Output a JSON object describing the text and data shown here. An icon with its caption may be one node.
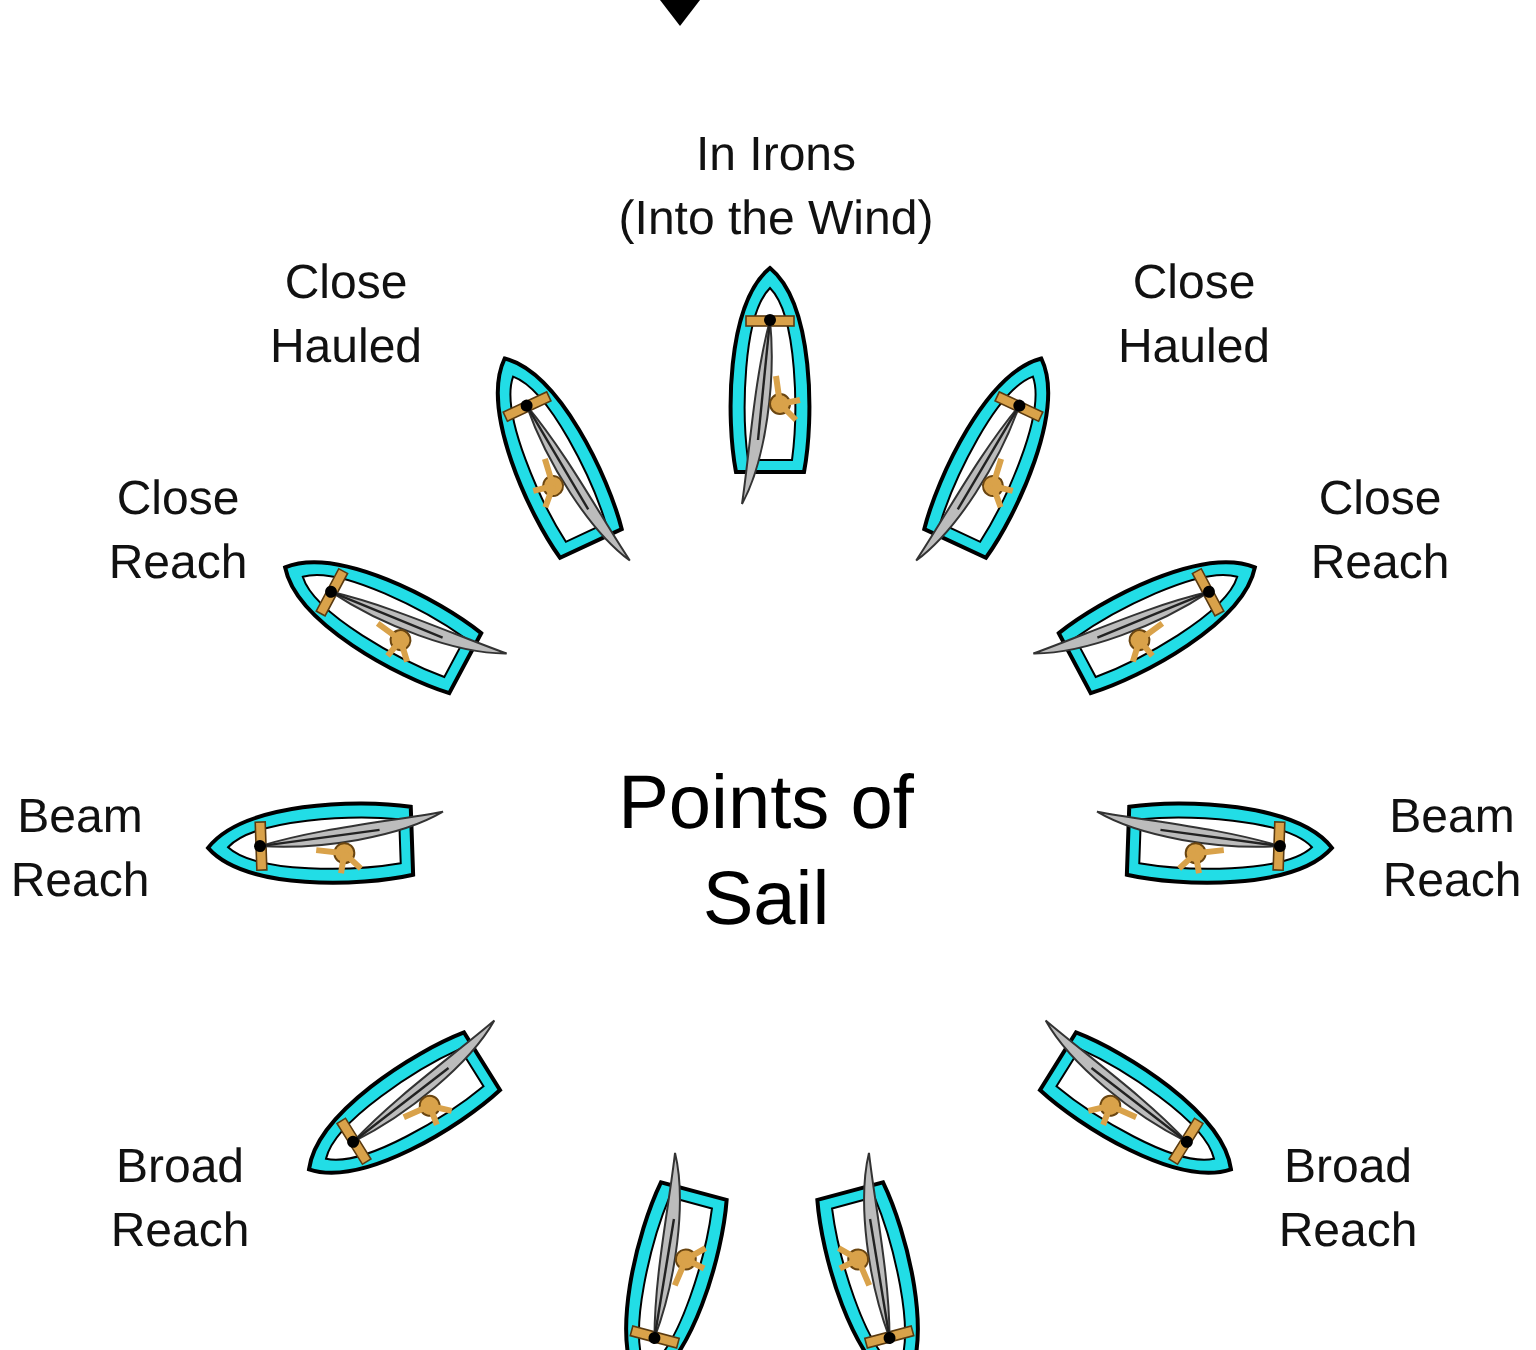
{
  "diagram": {
    "title": "Points of Sail",
    "labels": [
      "In Irons (Into the Wind)",
      "Close Hauled",
      "Close Hauled",
      "Close Reach",
      "Close Reach",
      "Beam Reach",
      "Beam Reach",
      "Broad Reach",
      "Broad Reach"
    ]
  }
}
